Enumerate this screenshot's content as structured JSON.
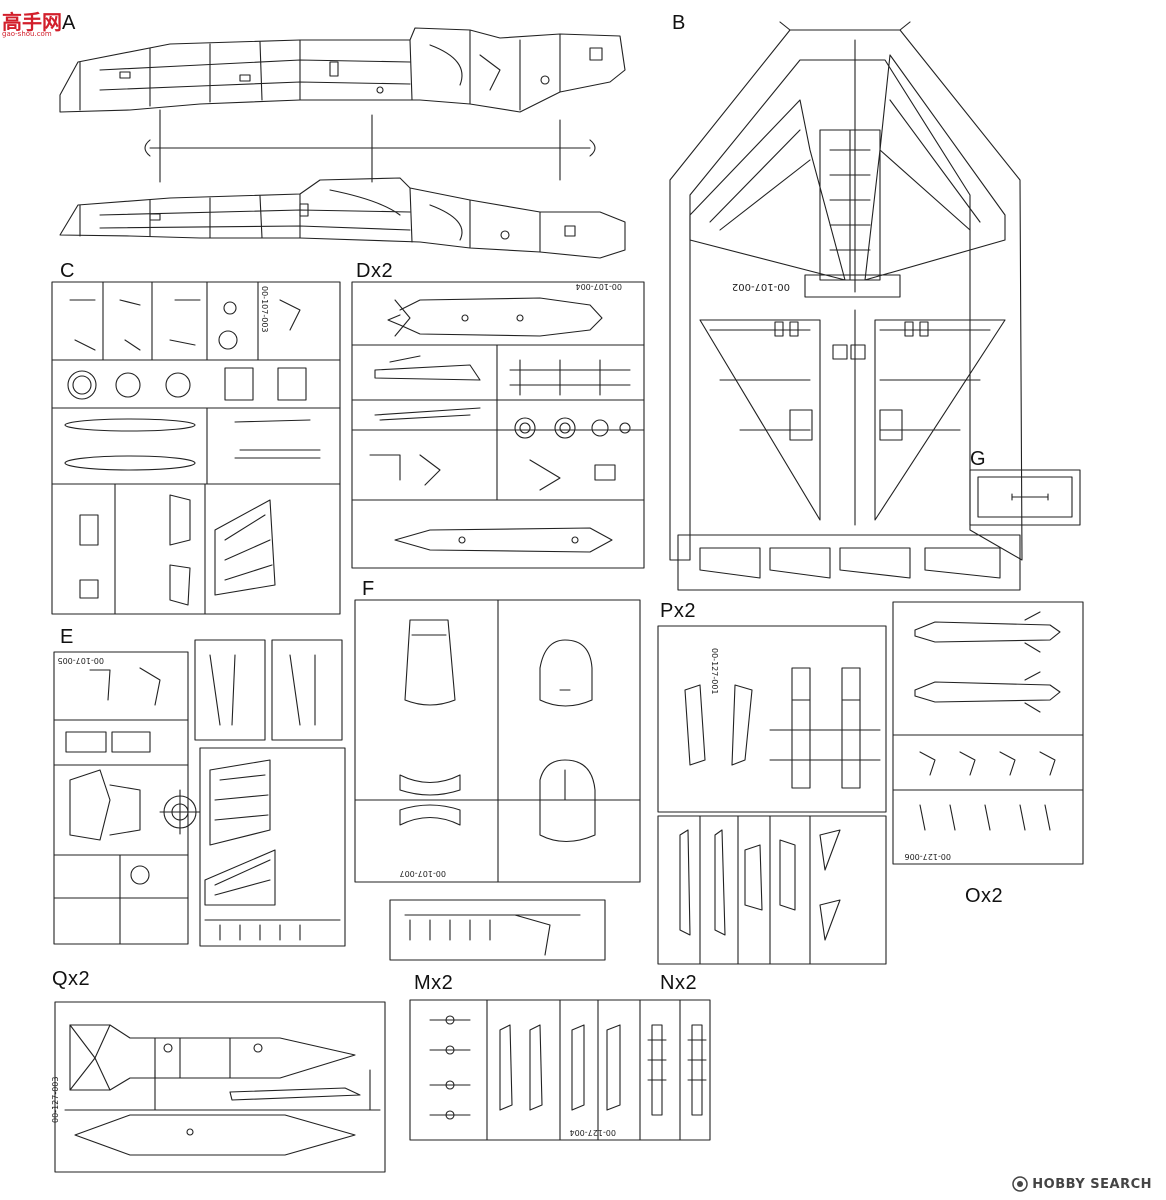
{
  "watermark": {
    "site_cn": "高手网",
    "site_url": "gao-shou.com",
    "brand": "HOBBY SEARCH"
  },
  "sprues": {
    "A": "A",
    "B": "B",
    "C": "C",
    "D": "Dx2",
    "E": "E",
    "F": "F",
    "G": "G",
    "P": "Px2",
    "O": "Ox2",
    "Q": "Qx2",
    "M": "Mx2",
    "N": "Nx2"
  },
  "part_codes": {
    "B": "00-107-002",
    "D": "00-107-004",
    "F": "00-107-007",
    "O": "00-127-006",
    "P": "00-127-001",
    "Q": "00-127-003",
    "MN": "00-127-004",
    "C": "00-107-003",
    "E": "00-107-005"
  },
  "colors": {
    "line": "#222222",
    "watermark": "#d21f2b",
    "brand": "#444444"
  }
}
